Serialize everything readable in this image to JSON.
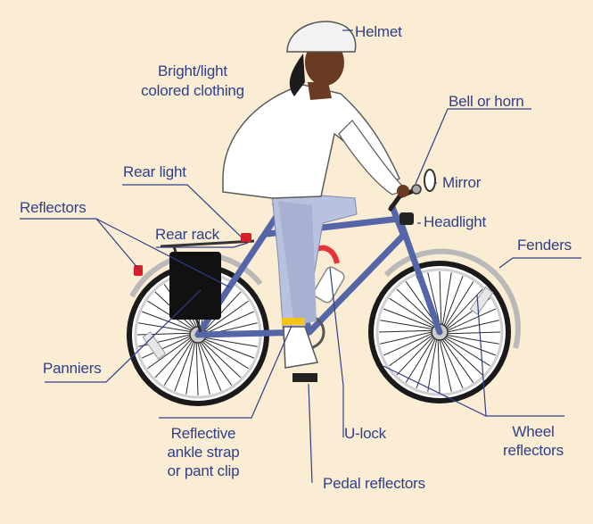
{
  "labels": {
    "helmet": "Helmet",
    "clothing_line1": "Bright/light",
    "clothing_line2": "colored clothing",
    "bell": "Bell or horn",
    "mirror": "Mirror",
    "rear_light": "Rear light",
    "reflectors": "Reflectors",
    "rear_rack": "Rear rack",
    "headlight": "Headlight",
    "fenders": "Fenders",
    "panniers": "Panniers",
    "ankle_line1": "Reflective",
    "ankle_line2": "ankle strap",
    "ankle_line3": "or pant clip",
    "ulock": "U-lock",
    "wheel_reflectors_line1": "Wheel",
    "wheel_reflectors_line2": "reflectors",
    "pedal_reflectors": "Pedal reflectors"
  },
  "colors": {
    "background": "#fbecd4",
    "label_text": "#2f3f88",
    "leader_line": "#2f3f88",
    "frame": "#5566a8",
    "tire": "#1a1a1a",
    "fender": "#b9b9b9",
    "reflector_red": "#d81f26",
    "ulock_red": "#e8323a",
    "pants": "#b8c2de",
    "shirt": "#ffffff",
    "skin": "#6a3a22",
    "helmet": "#f2f2f2",
    "ankle_strap": "#f6c21c",
    "pannier": "#111111"
  }
}
